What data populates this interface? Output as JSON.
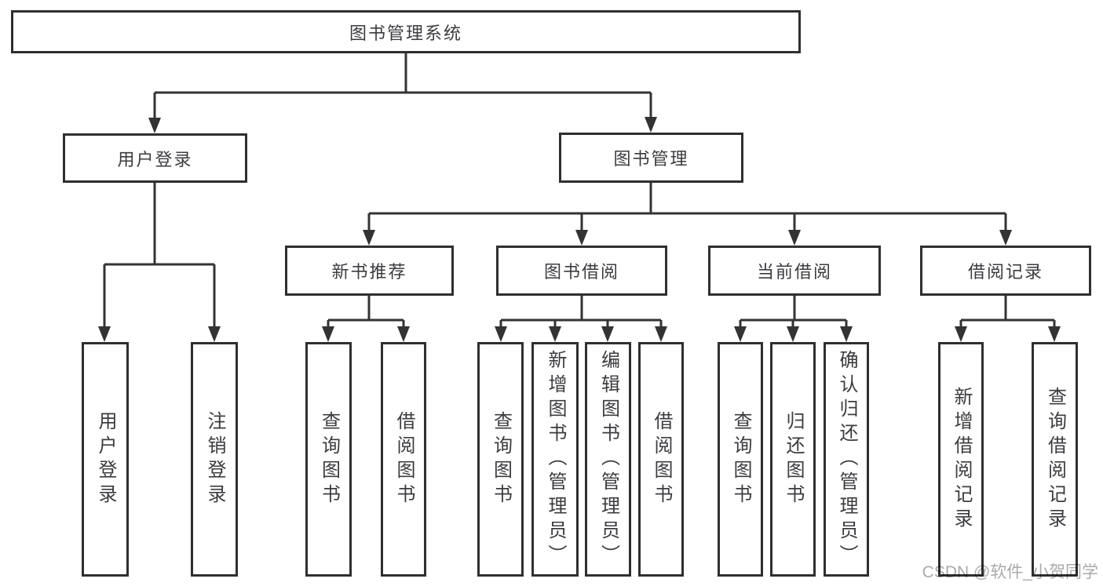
{
  "title": "图书管理系统",
  "nodes": {
    "root": "图书管理系统",
    "user_login": "用户登录",
    "book_mgmt": "图书管理",
    "new_books": "新书推荐",
    "book_borrow": "图书借阅",
    "current_borrow": "当前借阅",
    "borrow_records": "借阅记录"
  },
  "leaves": {
    "user_login_1": "用户登录",
    "user_login_2": "注销登录",
    "new_books_1": "查询图书",
    "new_books_2": "借阅图书",
    "book_borrow_1": "查询图书",
    "book_borrow_2": "新增图书（管理员）",
    "book_borrow_3": "编辑图书（管理员）",
    "book_borrow_4": "借阅图书",
    "current_borrow_1": "查询图书",
    "current_borrow_2": "归还图书",
    "current_borrow_3": "确认归还（管理员）",
    "borrow_records_1": "新增借阅记录",
    "borrow_records_2": "查询借阅记录"
  },
  "hierarchy": {
    "图书管理系统": [
      "用户登录",
      "图书管理"
    ],
    "用户登录": [
      "用户登录",
      "注销登录"
    ],
    "图书管理": [
      "新书推荐",
      "图书借阅",
      "当前借阅",
      "借阅记录"
    ],
    "新书推荐": [
      "查询图书",
      "借阅图书"
    ],
    "图书借阅": [
      "查询图书",
      "新增图书（管理员）",
      "编辑图书（管理员）",
      "借阅图书"
    ],
    "当前借阅": [
      "查询图书",
      "归还图书",
      "确认归还（管理员）"
    ],
    "借阅记录": [
      "新增借阅记录",
      "查询借阅记录"
    ]
  },
  "colors": {
    "line": "#333333",
    "border": "#2e2f31",
    "text": "#3c3c40",
    "background": "#ffffff",
    "watermark": "#aaaaaa"
  },
  "watermark": "CSDN @软件_小贺同学"
}
